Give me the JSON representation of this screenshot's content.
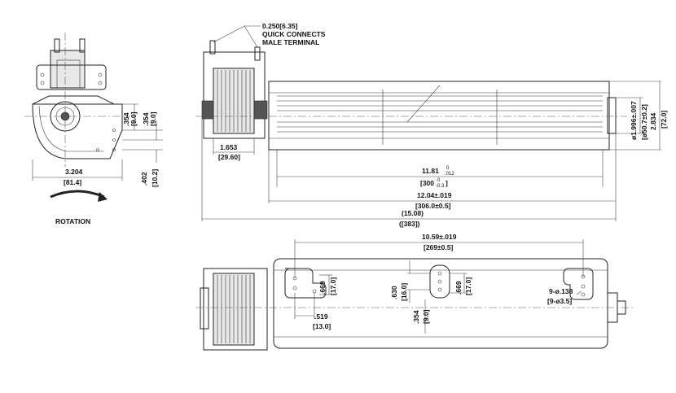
{
  "labels": {
    "terminal_size": "0.250[6.35]",
    "terminal_name_1": "QUICK CONNECTS",
    "terminal_name_2": "MALE TERMINAL",
    "rotation": "ROTATION",
    "side_width": "3.204",
    "side_width_mm": "[81.4]",
    "side_354a": ".354",
    "side_354a_mm": "[9.0]",
    "side_354b": ".354",
    "side_354b_mm": "[9.0]",
    "side_402": ".402",
    "side_402_mm": "[10.2]",
    "motor_width": "1.653",
    "motor_width_mm": "[29.60]",
    "blade_len": "11.81",
    "blade_len_sup": "0",
    "blade_len_sub": ".012",
    "blade_len_mm": "[300",
    "blade_len_mm_sup": "0",
    "blade_len_mm_sub": "-0.3",
    "blade_len_mm_close": "]",
    "housing_len": "12.04±.019",
    "housing_len_mm": "[306.0±0.5]",
    "overall_len": "(15.08)",
    "overall_len_mm": "([383])",
    "dia": "ø1.996±.007",
    "dia_mm": "[ø50.7±0.2]",
    "height": "2.834",
    "height_mm": "[72.0]",
    "hole_span": "10.59±.019",
    "hole_span_mm": "[269±0.5]",
    "slot_669a": ".669",
    "slot_669a_mm": "[17.0]",
    "slot_519": ".519",
    "slot_519_mm": "[13.0]",
    "slot_630": ".630",
    "slot_630_mm": "[16.0]",
    "slot_669b": ".669",
    "slot_669b_mm": "[17.0]",
    "slot_354": ".354",
    "slot_354_mm": "[9.0]",
    "holes": "9-ø.138",
    "holes_mm": "[9-ø3.5]"
  }
}
